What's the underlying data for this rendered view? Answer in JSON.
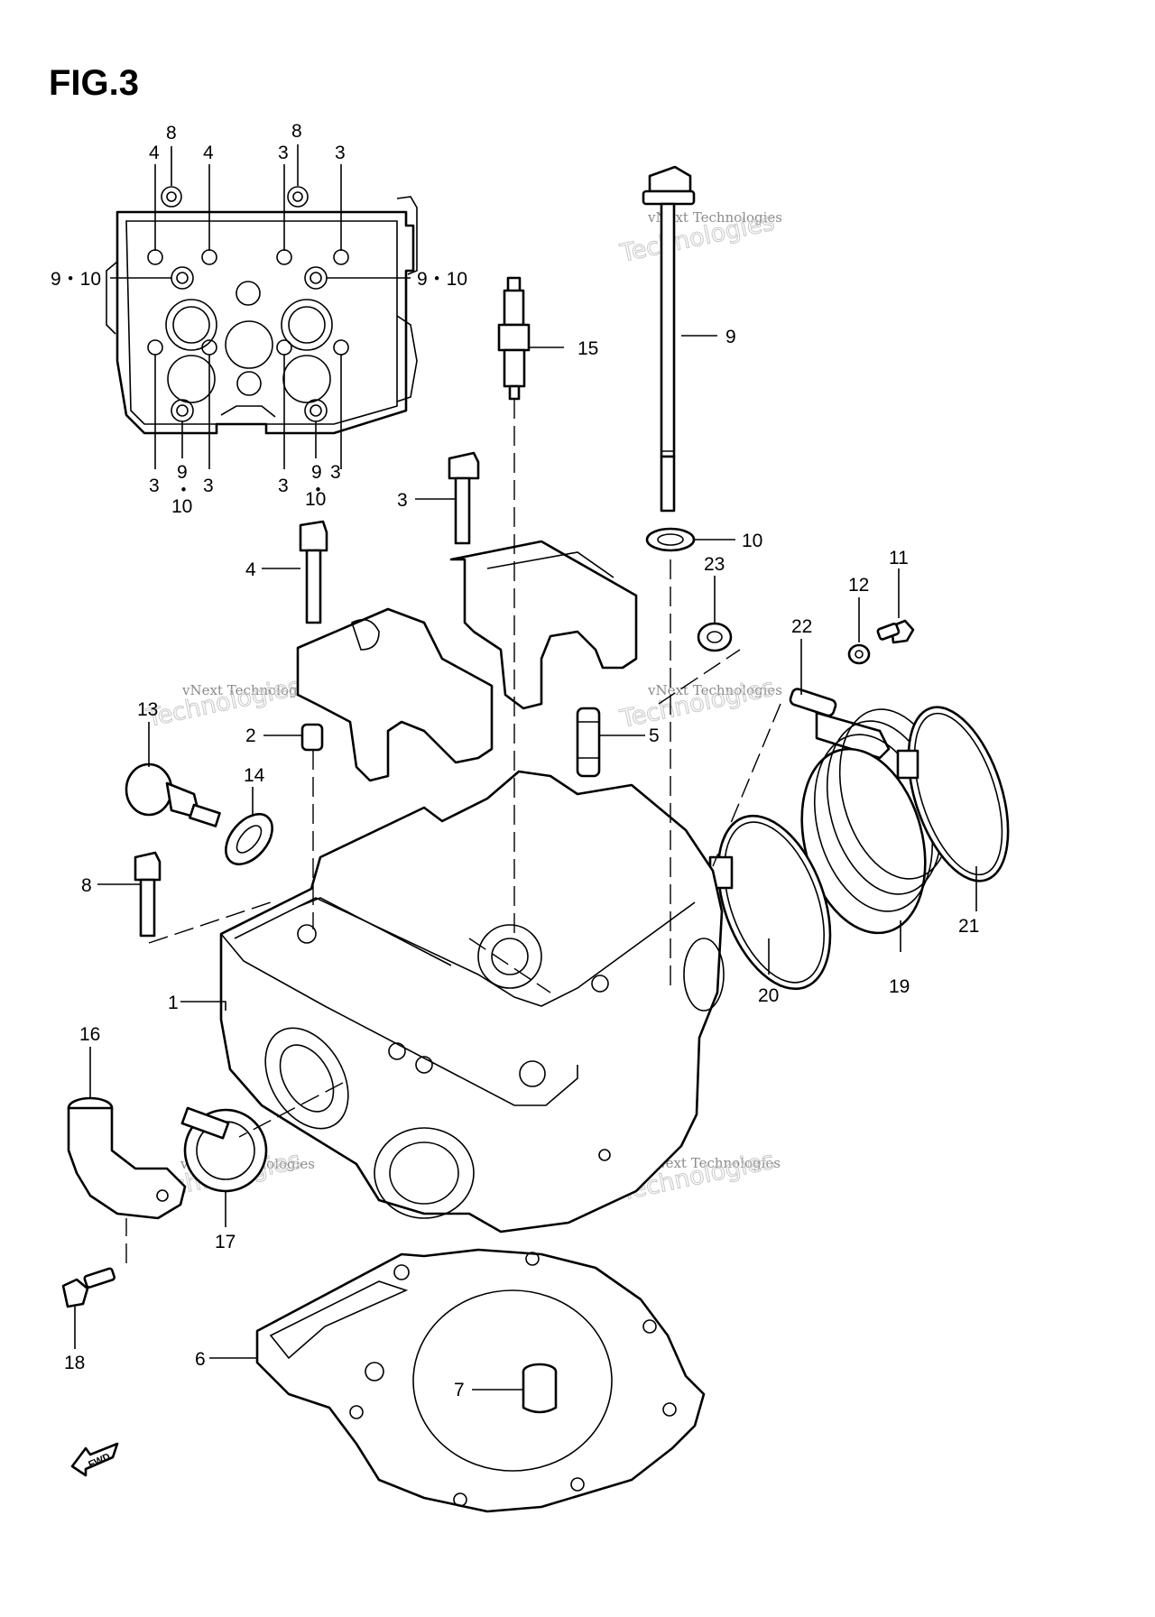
{
  "figure": {
    "title": "FIG.3"
  },
  "watermark": {
    "company": "vNext Technologies",
    "word": "Technologies"
  },
  "fwd_arrow": {
    "label": "FWD"
  },
  "inset_labels": {
    "top_8_left": "8",
    "top_8_right": "8",
    "top_4_a": "4",
    "top_4_b": "4",
    "top_3_a": "3",
    "top_3_b": "3",
    "side_9_10_left": "9・10",
    "side_9_10_right": "9・10",
    "bot_3_a": "3",
    "bot_9_a": "9",
    "bot_dot_a": "・",
    "bot_10_a": "10",
    "bot_3_b": "3",
    "bot_3_c": "3",
    "bot_9_b": "9",
    "bot_dot_b": "・",
    "bot_10_b": "10",
    "bot_3_d": "3"
  },
  "callouts": [
    {
      "id": "1",
      "label": "1"
    },
    {
      "id": "2",
      "label": "2"
    },
    {
      "id": "3",
      "label": "3"
    },
    {
      "id": "4",
      "label": "4"
    },
    {
      "id": "5",
      "label": "5"
    },
    {
      "id": "6",
      "label": "6"
    },
    {
      "id": "7",
      "label": "7"
    },
    {
      "id": "8",
      "label": "8"
    },
    {
      "id": "9",
      "label": "9"
    },
    {
      "id": "10",
      "label": "10"
    },
    {
      "id": "11",
      "label": "11"
    },
    {
      "id": "12",
      "label": "12"
    },
    {
      "id": "13",
      "label": "13"
    },
    {
      "id": "14",
      "label": "14"
    },
    {
      "id": "15",
      "label": "15"
    },
    {
      "id": "16",
      "label": "16"
    },
    {
      "id": "17",
      "label": "17"
    },
    {
      "id": "18",
      "label": "18"
    },
    {
      "id": "19",
      "label": "19"
    },
    {
      "id": "20",
      "label": "20"
    },
    {
      "id": "21",
      "label": "21"
    },
    {
      "id": "22",
      "label": "22"
    },
    {
      "id": "23",
      "label": "23"
    }
  ]
}
